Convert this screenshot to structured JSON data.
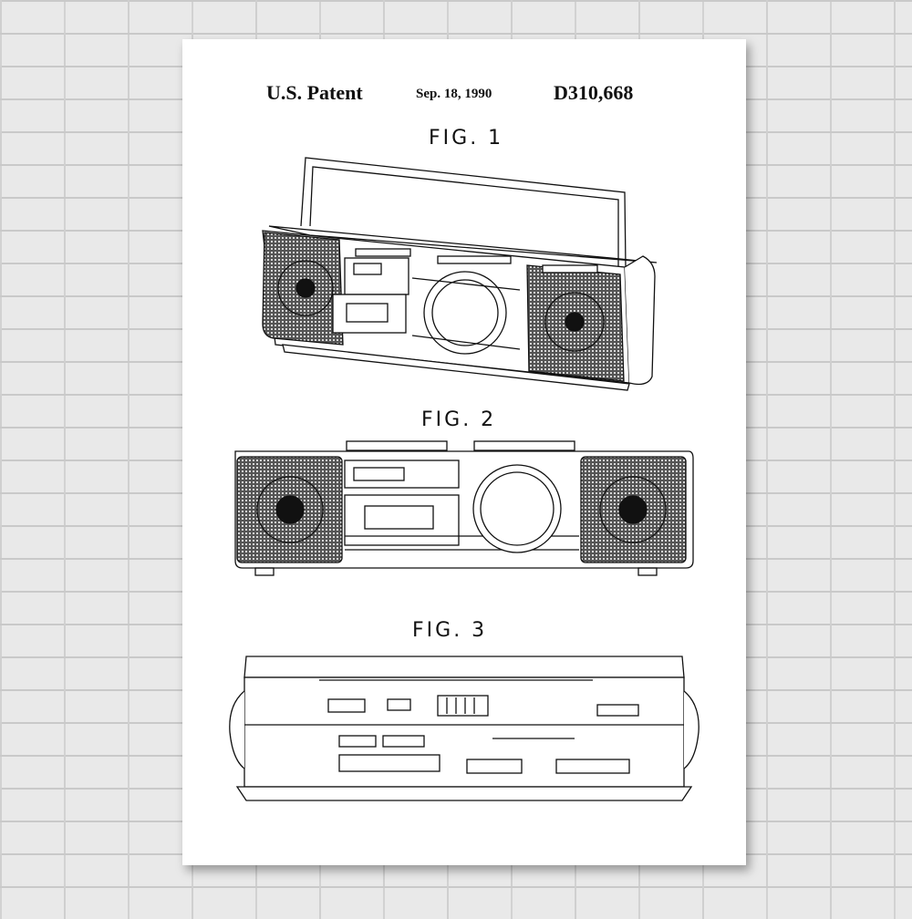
{
  "header": {
    "left": "U.S. Patent",
    "date": "Sep. 18, 1990",
    "number": "D310,668"
  },
  "figures": [
    {
      "label": "FIG. 1"
    },
    {
      "label": "FIG. 2"
    },
    {
      "label": "FIG. 3"
    }
  ],
  "colors": {
    "paper": "#ffffff",
    "ink": "#111111",
    "wall": "#e9e9e9"
  }
}
